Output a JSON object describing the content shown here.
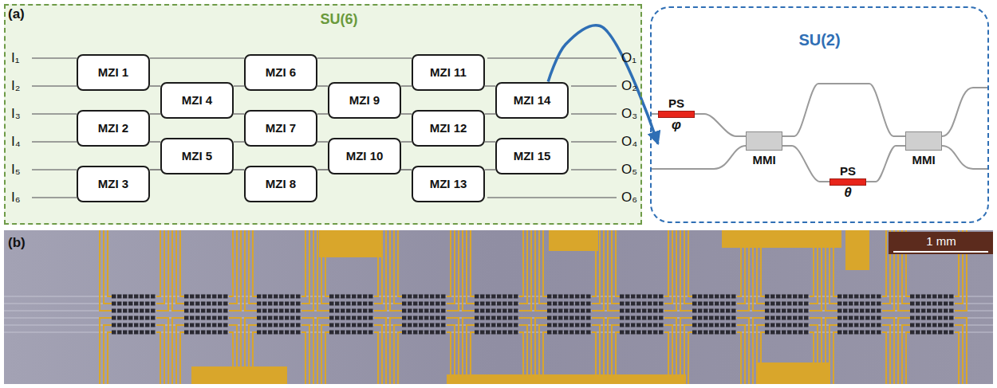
{
  "diagram": {
    "nodes": [
      {
        "text": [
          "SU(6)"
        ]
      },
      {
        "text": [
          "MZI 1"
        ],
        "in": 0
      },
      {
        "text": [
          "MZI 2"
        ],
        "in": 0
      },
      {
        "text": [
          "MZI 3"
        ],
        "in": 0
      },
      {
        "text": [
          "MZI 4"
        ],
        "in": 0
      },
      {
        "text": [
          "MZI 5"
        ],
        "in": 0
      },
      {
        "text": [
          "MZI 6"
        ],
        "in": 0
      },
      {
        "text": [
          "MZI 7"
        ],
        "in": 0
      },
      {
        "text": [
          "MZI 8"
        ],
        "in": 0
      },
      {
        "text": [
          "MZI 9"
        ],
        "in": 0
      },
      {
        "text": [
          "MZI 10"
        ],
        "in": 0
      },
      {
        "text": [
          "MZI 11"
        ],
        "in": 0
      },
      {
        "text": [
          "MZI 12"
        ],
        "in": 0
      },
      {
        "text": [
          "MZI 13"
        ],
        "in": 0
      },
      {
        "text": [
          "MZI 14"
        ],
        "in": 0
      },
      {
        "text": [
          "MZI 15"
        ],
        "in": 0
      },
      {
        "text": [
          "SU(2)"
        ]
      },
      {
        "text": [
          "PS",
          "φ"
        ],
        "in": 16
      },
      {
        "text": [
          "MMI"
        ],
        "in": 16
      },
      {
        "text": [
          "PS",
          "θ"
        ],
        "in": 16
      },
      {
        "text": [
          "MMI"
        ],
        "in": 16
      }
    ],
    "edges": [
      {
        "from": 1,
        "to": 6,
        "arrow": "none"
      },
      {
        "from": 1,
        "to": 4,
        "arrow": "none"
      },
      {
        "from": 2,
        "to": 4,
        "arrow": "none"
      },
      {
        "from": 2,
        "to": 5,
        "arrow": "none"
      },
      {
        "from": 3,
        "to": 5,
        "arrow": "none"
      },
      {
        "from": 3,
        "to": 8,
        "arrow": "none"
      },
      {
        "from": 4,
        "to": 6,
        "arrow": "none"
      },
      {
        "from": 4,
        "to": 7,
        "arrow": "none"
      },
      {
        "from": 5,
        "to": 7,
        "arrow": "none"
      },
      {
        "from": 5,
        "to": 8,
        "arrow": "none"
      },
      {
        "from": 6,
        "to": 11,
        "arrow": "none"
      },
      {
        "from": 6,
        "to": 9,
        "arrow": "none"
      },
      {
        "from": 7,
        "to": 9,
        "arrow": "none"
      },
      {
        "from": 7,
        "to": 10,
        "arrow": "none"
      },
      {
        "from": 8,
        "to": 10,
        "arrow": "none"
      },
      {
        "from": 8,
        "to": 13,
        "arrow": "none"
      },
      {
        "from": 9,
        "to": 11,
        "arrow": "none"
      },
      {
        "from": 9,
        "to": 12,
        "arrow": "none"
      },
      {
        "from": 10,
        "to": 12,
        "arrow": "none"
      },
      {
        "from": 10,
        "to": 13,
        "arrow": "none"
      },
      {
        "from": 11,
        "to": 14,
        "arrow": "none"
      },
      {
        "from": 12,
        "to": 14,
        "arrow": "none"
      },
      {
        "from": 12,
        "to": 15,
        "arrow": "none"
      },
      {
        "from": 13,
        "to": 15,
        "arrow": "none"
      },
      {
        "from": 14,
        "to": 16,
        "arrow": "to"
      },
      {
        "from": 17,
        "to": 18,
        "arrow": "none"
      },
      {
        "from": 18,
        "to": 20,
        "arrow": "none"
      },
      {
        "from": 18,
        "to": 19,
        "arrow": "none"
      },
      {
        "from": 19,
        "to": 20,
        "arrow": "none"
      }
    ],
    "labels": [
      "(a)",
      "I₁",
      "I₂",
      "I₃",
      "I₄",
      "I₅",
      "I₆",
      "O₁",
      "O₂",
      "O₃",
      "O₄",
      "O₅",
      "O₆",
      "(b)",
      "1 mm"
    ]
  }
}
